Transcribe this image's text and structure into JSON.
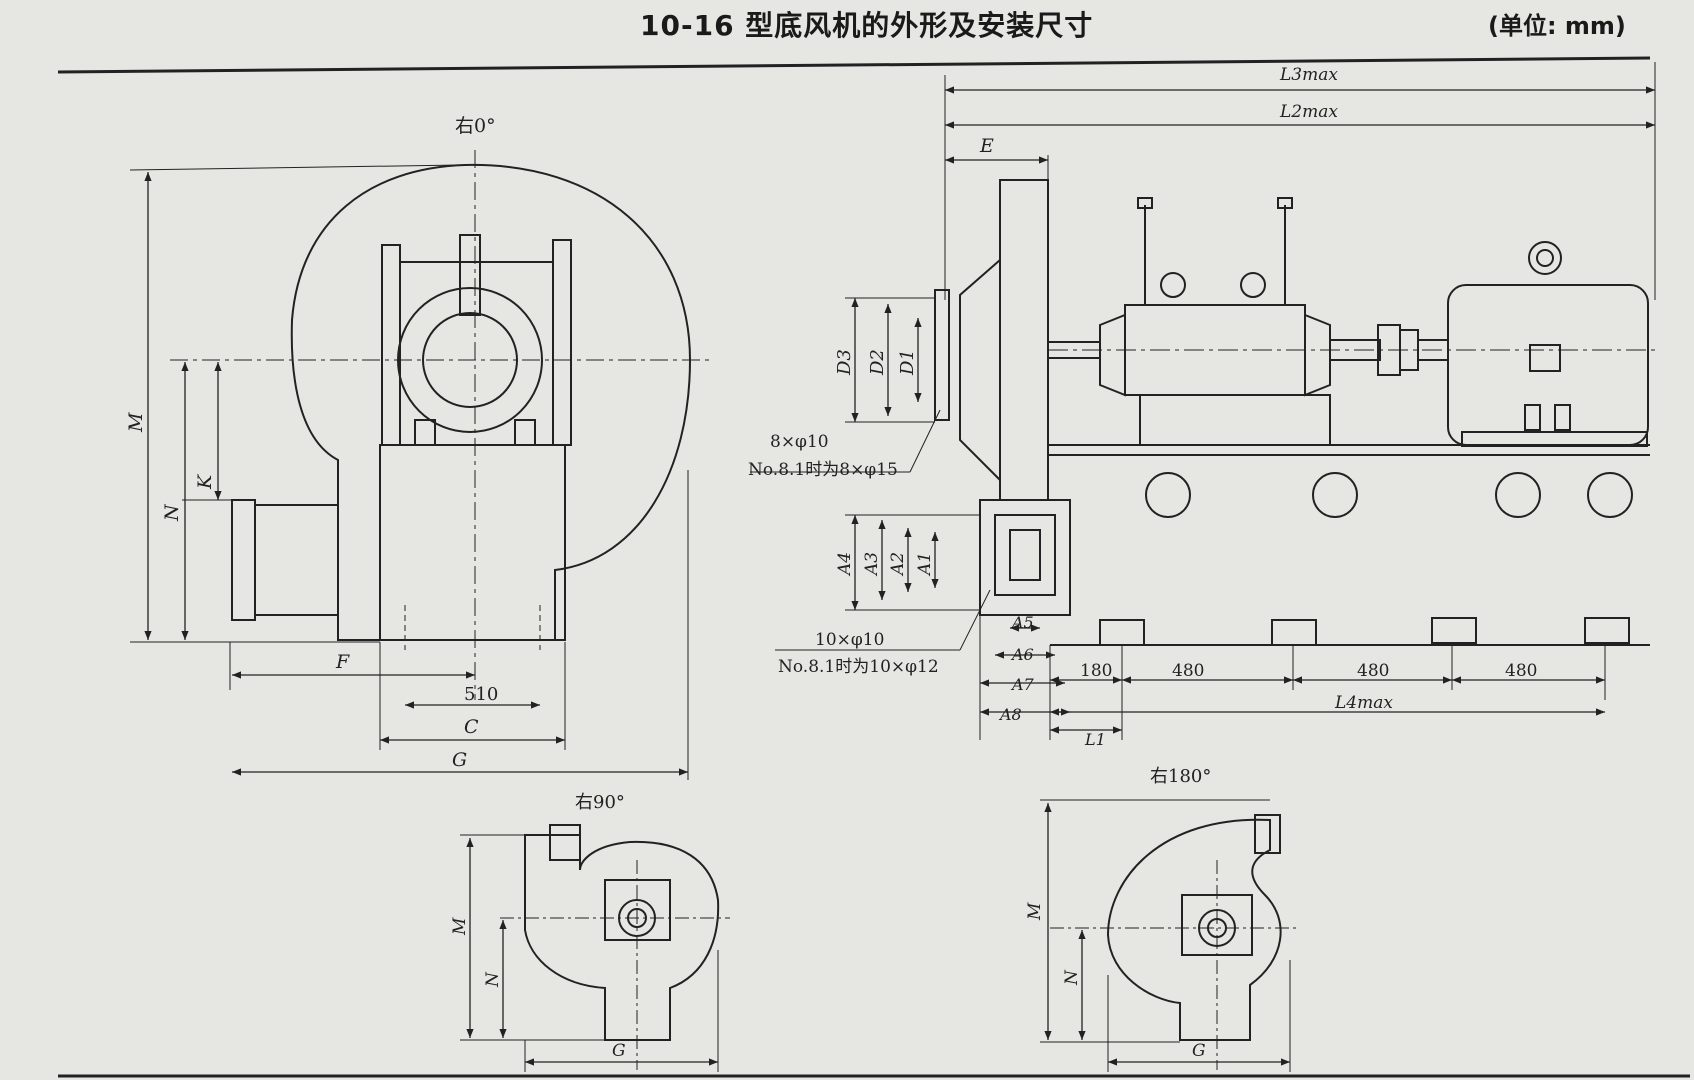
{
  "title": "10-16 型底风机的外形及安装尺寸",
  "unit": "(单位: mm)",
  "views": {
    "r0": "右0°",
    "r90": "右90°",
    "r180": "右180°"
  },
  "dims": {
    "M": "M",
    "N": "N",
    "K": "K",
    "F": "F",
    "C": "C",
    "G": "G",
    "E": "E",
    "L1": "L1",
    "L2max": "L2max",
    "L3max": "L3max",
    "L4max": "L4max",
    "D1": "D1",
    "D2": "D2",
    "D3": "D3",
    "A1": "A1",
    "A2": "A2",
    "A3": "A3",
    "A4": "A4",
    "A5": "A5",
    "A6": "A6",
    "A7": "A7",
    "A8": "A8",
    "v510": "510",
    "v180": "180",
    "v480a": "480",
    "v480b": "480",
    "v480c": "480"
  },
  "notes": {
    "holes1": "8×φ10",
    "holes1_alt": "No.8.1时为8×φ15",
    "holes2": "10×φ10",
    "holes2_alt": "No.8.1时为10×φ12"
  },
  "colors": {
    "paper": "#e6e6e2",
    "ink": "#222222"
  }
}
